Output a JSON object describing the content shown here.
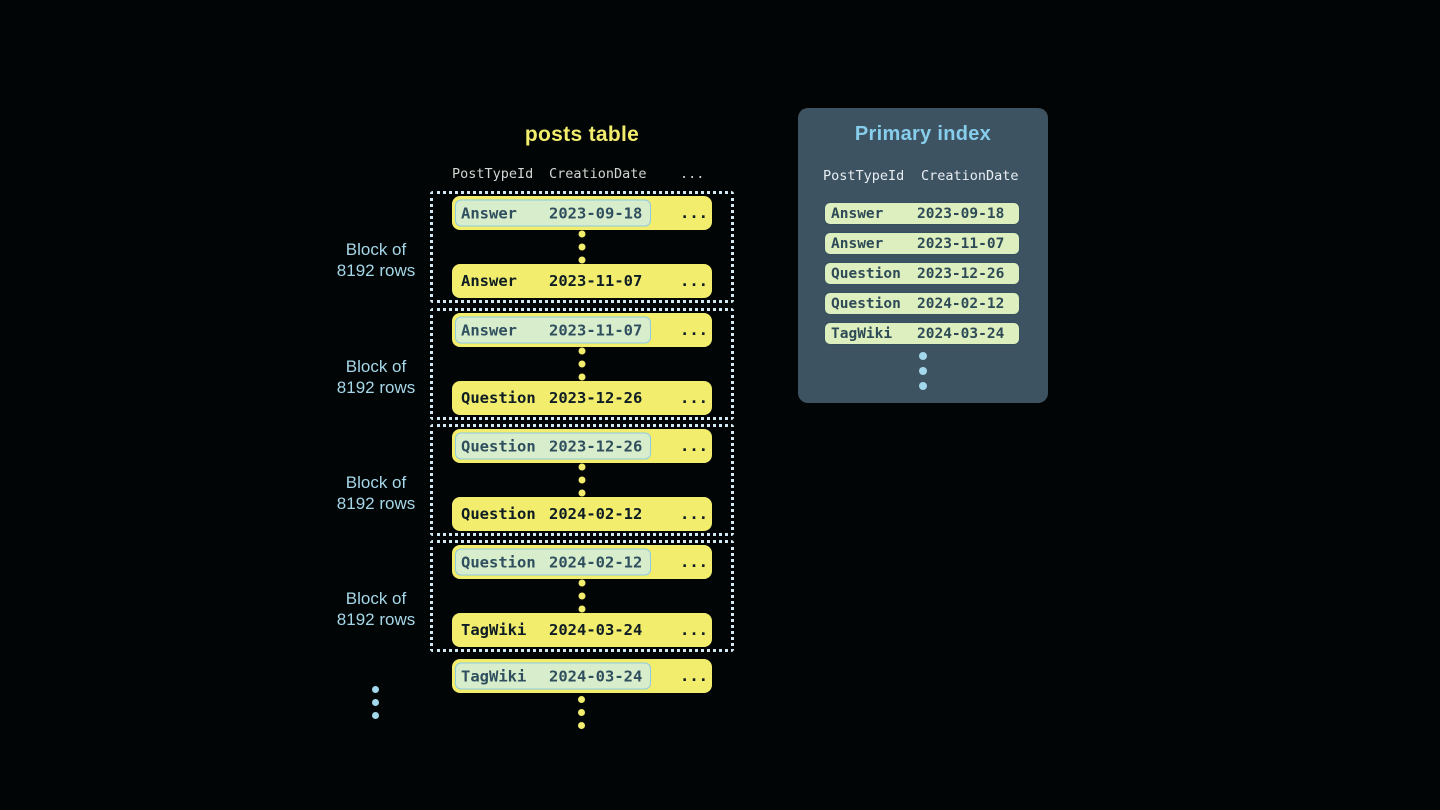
{
  "posts_table": {
    "title": "posts table",
    "headers": {
      "col1": "PostTypeId",
      "col2": "CreationDate",
      "col3": "..."
    },
    "ellipsis": "...",
    "blocks": [
      {
        "label_line1": "Block of",
        "label_line2": "8192 rows",
        "first": {
          "type": "Answer",
          "date": "2023-09-18"
        },
        "last": {
          "type": "Answer",
          "date": "2023-11-07"
        }
      },
      {
        "label_line1": "Block of",
        "label_line2": "8192 rows",
        "first": {
          "type": "Answer",
          "date": "2023-11-07"
        },
        "last": {
          "type": "Question",
          "date": "2023-12-26"
        }
      },
      {
        "label_line1": "Block of",
        "label_line2": "8192 rows",
        "first": {
          "type": "Question",
          "date": "2023-12-26"
        },
        "last": {
          "type": "Question",
          "date": "2024-02-12"
        }
      },
      {
        "label_line1": "Block of",
        "label_line2": "8192 rows",
        "first": {
          "type": "Question",
          "date": "2024-02-12"
        },
        "last": {
          "type": "TagWiki",
          "date": "2024-03-24"
        }
      }
    ],
    "overflow_row": {
      "type": "TagWiki",
      "date": "2024-03-24"
    }
  },
  "primary_index": {
    "title": "Primary index",
    "headers": {
      "col1": "PostTypeId",
      "col2": "CreationDate"
    },
    "rows": [
      {
        "type": "Answer",
        "date": "2023-09-18"
      },
      {
        "type": "Answer",
        "date": "2023-11-07"
      },
      {
        "type": "Question",
        "date": "2023-12-26"
      },
      {
        "type": "Question",
        "date": "2024-02-12"
      },
      {
        "type": "TagWiki",
        "date": "2024-03-24"
      }
    ]
  },
  "colors": {
    "background": "#020505",
    "row_yellow": "#f2ed6c",
    "row_text_dark": "#0e1c24",
    "highlight_green": "#d8edcc",
    "highlight_border_blue": "#8ccbe3",
    "highlight_text": "#2f4f5f",
    "block_border_dotted": "#d3e9f3",
    "label_blue": "#a5d7e9",
    "panel_slate": "#3e5362",
    "panel_title_blue": "#87ceec",
    "index_pill_green": "#ddefbf",
    "index_pill_text": "#2e4a57",
    "header_gray": "#d3d6d2",
    "dot_blue": "#a3d7ec"
  }
}
